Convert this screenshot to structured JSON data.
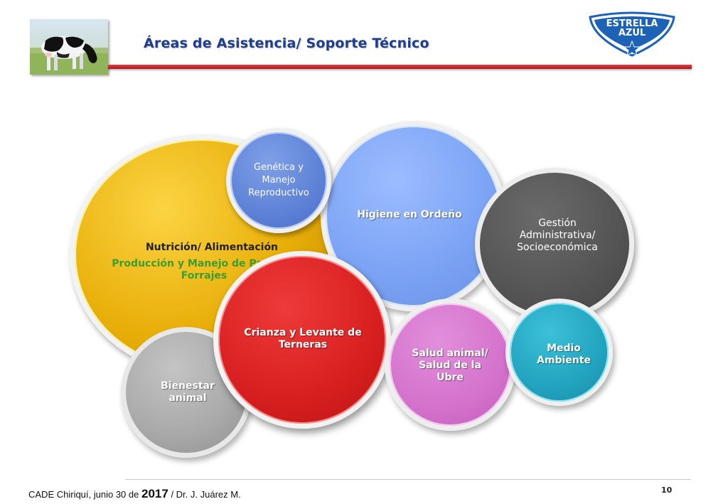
{
  "header": {
    "title": "Áreas de Asistencia/ Soporte Técnico",
    "logo_line1": "ESTRELLA",
    "logo_line2": "AZUL",
    "photo_icon": "cow-photo-icon"
  },
  "colors": {
    "title": "#1f3d8f",
    "rule": "#c42020",
    "nutricion": "#e8ae08",
    "higiene": "#7aa2f4",
    "genetica": "#5a7fd4",
    "gestion": "#545454",
    "bienestar": "#a9a9a9",
    "crianza": "#d81f1f",
    "salud": "#d472cc",
    "medio_ambiente": "#22a3bf",
    "forrajes_text": "#3f9c2f"
  },
  "areas": {
    "nutricion_title": "Nutrición/ Alimentación",
    "nutricion_sub1": "Producción y Manejo de Pastos y",
    "nutricion_sub2": "Forrajes",
    "genetica_1": "Genética y",
    "genetica_2": "Manejo",
    "genetica_3": "Reproductivo",
    "higiene": "Higiene en Ordeño",
    "gestion_1": "Gestión",
    "gestion_2": "Administrativa/",
    "gestion_3": "Socioeconómica",
    "crianza_1": "Crianza y Levante de",
    "crianza_2": "Terneras",
    "salud_1": "Salud animal/",
    "salud_2": "Salud de la",
    "salud_3": "Ubre",
    "medio_1": "Medio",
    "medio_2": "Ambiente",
    "bienestar_1": "Bienestar",
    "bienestar_2": "animal"
  },
  "footer": {
    "prefix": "CADE Chiriquí,  junio 30 de",
    "year": "2017",
    "suffix": "/ Dr. J. Juárez M.",
    "page": "10"
  }
}
